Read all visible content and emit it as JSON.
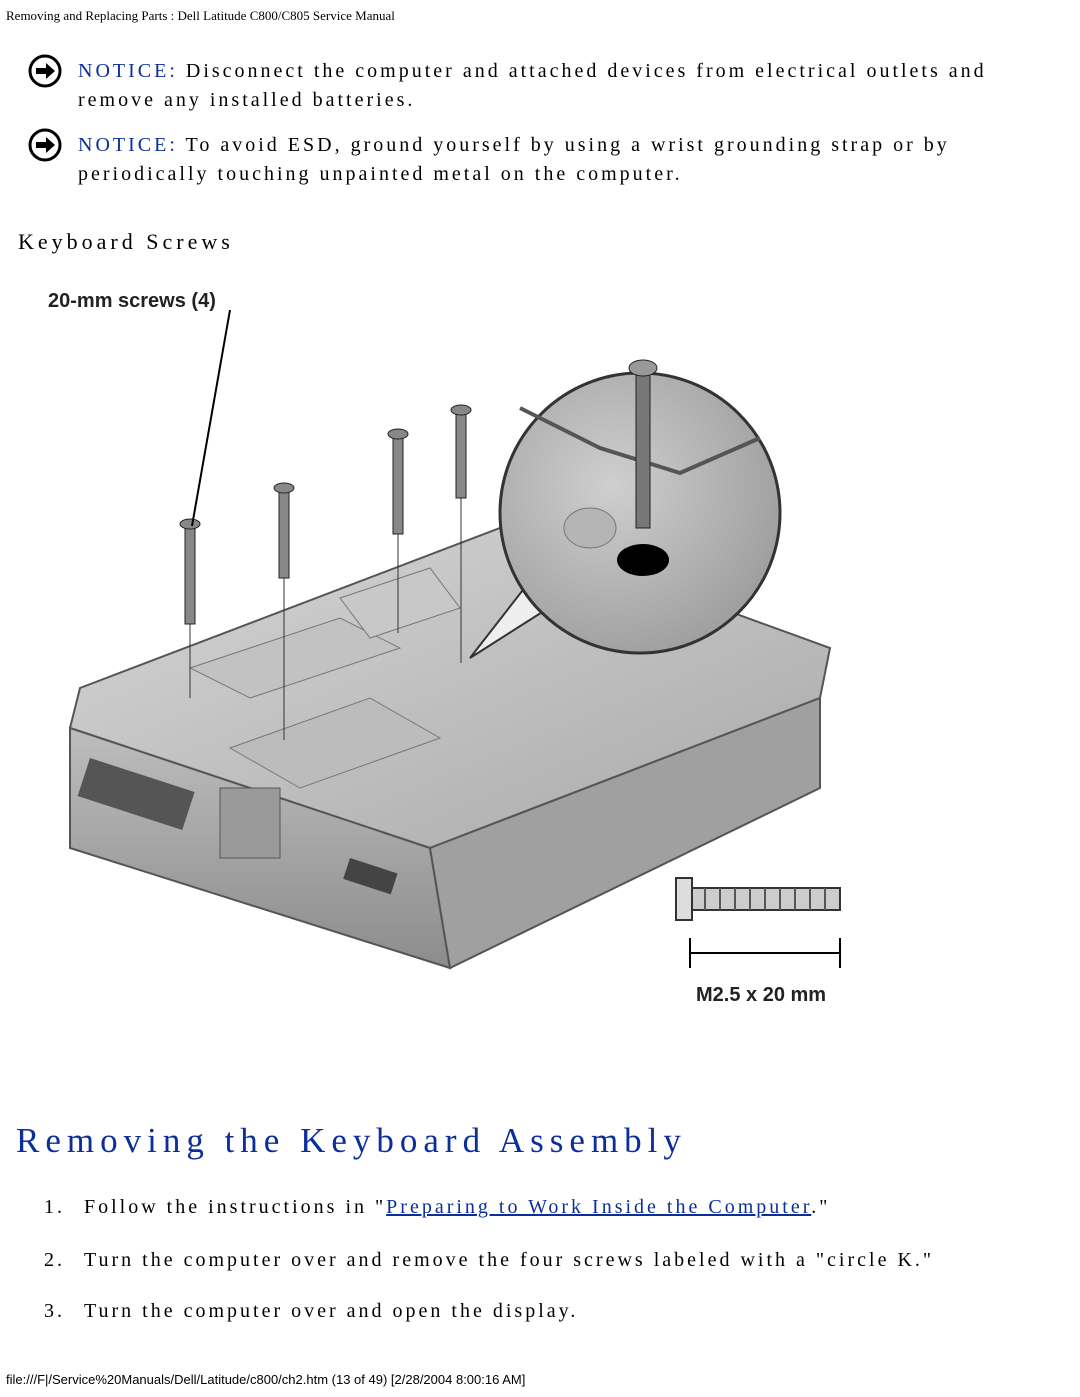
{
  "header": {
    "title": "Removing and Replacing Parts : Dell Latitude C800/C805 Service Manual"
  },
  "notices": [
    {
      "label": "NOTICE:",
      "text": "Disconnect the computer and attached devices from electrical outlets and",
      "text2": "remove any installed batteries."
    },
    {
      "label": "NOTICE:",
      "text": "To avoid ESD, ground yourself by using a wrist grounding strap or by",
      "text2": "periodically touching unpainted metal on the computer."
    }
  ],
  "figure": {
    "heading": "Keyboard Screws",
    "callout": "20-mm screws (4)",
    "dimension": "M2.5 x 20 mm"
  },
  "section": {
    "title": "Removing the Keyboard Assembly",
    "steps": [
      {
        "num": "1.",
        "pre": "Follow the instructions in \"",
        "link": "Preparing to Work Inside the Computer",
        "post": ".\""
      },
      {
        "num": "2.",
        "text": "Turn the computer over and remove the four screws labeled with a \"circle K.\""
      },
      {
        "num": "3.",
        "text": "Turn the computer over and open the display."
      }
    ]
  },
  "footer": {
    "path": "file:///F|/Service%20Manuals/Dell/Latitude/c800/ch2.htm (13 of 49) [2/28/2004 8:00:16 AM]"
  }
}
